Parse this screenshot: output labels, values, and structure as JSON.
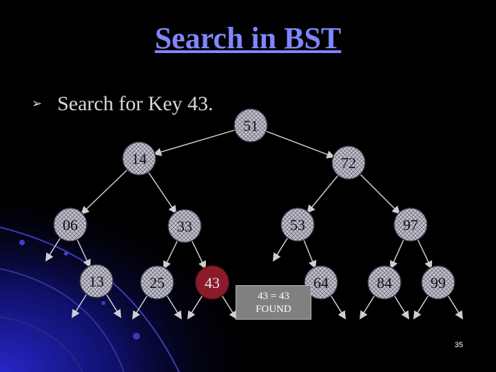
{
  "slide": {
    "title": "Search in BST",
    "bullet": "Search for Key 43.",
    "page_number": "35"
  },
  "result_box": {
    "line1": "43 = 43",
    "line2": "FOUND"
  },
  "tree": {
    "nodes": [
      {
        "id": "n51",
        "label": "51"
      },
      {
        "id": "n14",
        "label": "14"
      },
      {
        "id": "n72",
        "label": "72"
      },
      {
        "id": "n06",
        "label": "06"
      },
      {
        "id": "n33",
        "label": "33"
      },
      {
        "id": "n53",
        "label": "53"
      },
      {
        "id": "n97",
        "label": "97"
      },
      {
        "id": "n13",
        "label": "13"
      },
      {
        "id": "n25",
        "label": "25"
      },
      {
        "id": "n43",
        "label": "43",
        "found": true
      },
      {
        "id": "n64",
        "label": "64"
      },
      {
        "id": "n84",
        "label": "84"
      },
      {
        "id": "n99",
        "label": "99"
      }
    ],
    "edges": [
      [
        "n51",
        "n14"
      ],
      [
        "n51",
        "n72"
      ],
      [
        "n14",
        "n06"
      ],
      [
        "n14",
        "n33"
      ],
      [
        "n72",
        "n53"
      ],
      [
        "n72",
        "n97"
      ],
      [
        "n06",
        "n13"
      ],
      [
        "n33",
        "n25"
      ],
      [
        "n33",
        "n43"
      ],
      [
        "n53",
        "n64"
      ],
      [
        "n97",
        "n84"
      ],
      [
        "n97",
        "n99"
      ]
    ],
    "found_color": "#8b1a2b",
    "node_color": "#b0b0b8"
  }
}
